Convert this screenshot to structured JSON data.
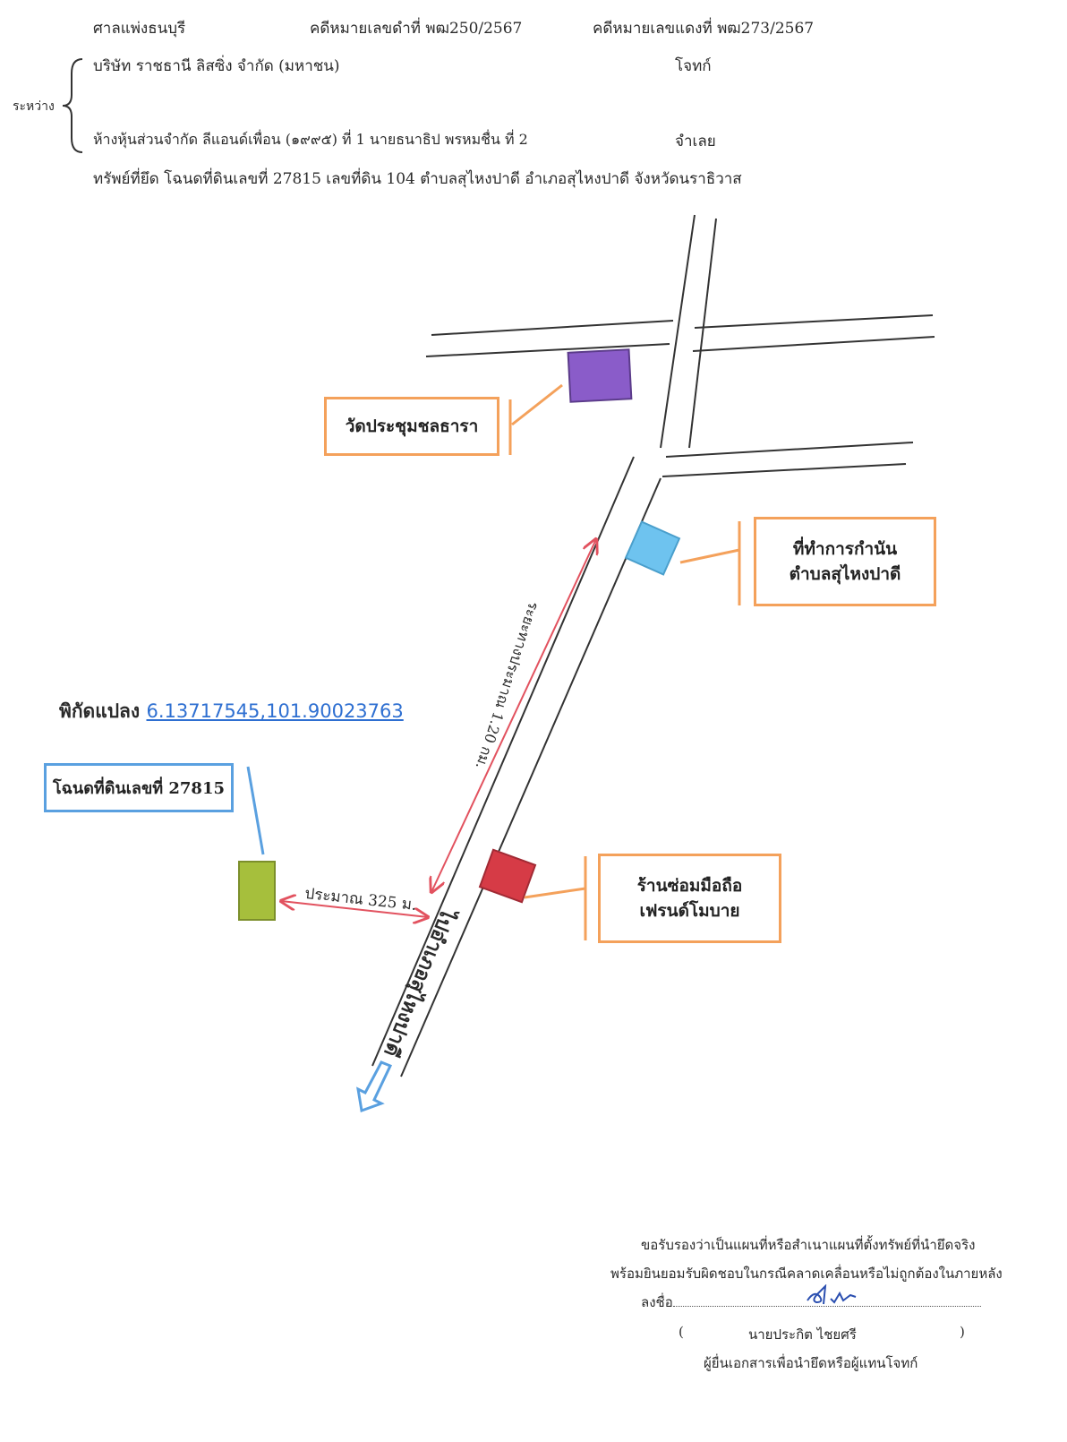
{
  "header": {
    "court": "ศาลแพ่งธนบุรี",
    "black_case": "คดีหมายเลขดำที่ พฒ250/2567",
    "red_case": "คดีหมายเลขแดงที่ พฒ273/2567",
    "between_label": "ระหว่าง",
    "plaintiff": "บริษัท ราชธานี ลิสซิ่ง จำกัด (มหาชน)",
    "plaintiff_role": "โจทก์",
    "defendants": "ห้างหุ้นส่วนจำกัด ลีแอนด์เพื่อน (๑๙๙๕) ที่ 1 นายธนาธิป พรหมชื่น ที่ 2",
    "defendant_role": "จำเลย",
    "asset": "ทรัพย์ที่ยึด โฉนดที่ดินเลขที่ 27815 เลขที่ดิน 104 ตำบลสุไหงปาดี อำเภอสุไหงปาดี จังหวัดนราธิวาส"
  },
  "map": {
    "landmark_temple": "วัดประชุมชลธารา",
    "landmark_office_line1": "ที่ทำการกำนัน",
    "landmark_office_line2": "ตำบลสุไหงปาดี",
    "landmark_shop_line1": "ร้านซ่อมมือถือ",
    "landmark_shop_line2": "เฟรนด์โมบาย",
    "deed_label": "โฉนดที่ดินเลขที่ 27815",
    "coord_label": "พิกัดแปลง",
    "coord_value": "6.13717545,101.90023763",
    "distance_long": "ระยะทางประมาณ 1.20 กม.",
    "distance_short": "ประมาณ 325 ม.",
    "road_label": "ไปอำเภอสุไหงปาดี",
    "colors": {
      "temple": "#8a5cc9",
      "office": "#6ec3ef",
      "shop": "#d63b46",
      "parcel": "#a6bf3c",
      "callout": "#f4a15b",
      "arrow": "#e2525f",
      "blue": "#5aa0e0"
    }
  },
  "footer": {
    "cert_line1": "ขอรับรองว่าเป็นแผนที่หรือสำเนาแผนที่ตั้งทรัพย์ที่นำยึดจริง",
    "cert_line2": "พร้อมยินยอมรับผิดชอบในกรณีคลาดเคลื่อนหรือไม่ถูกต้องในภายหลัง",
    "sign_label": "ลงชื่อ",
    "signer_name": "นายประกิต ไชยศรี",
    "signer_role": "ผู้ยื่นเอกสารเพื่อนำยึดหรือผู้แทนโจทก์"
  }
}
